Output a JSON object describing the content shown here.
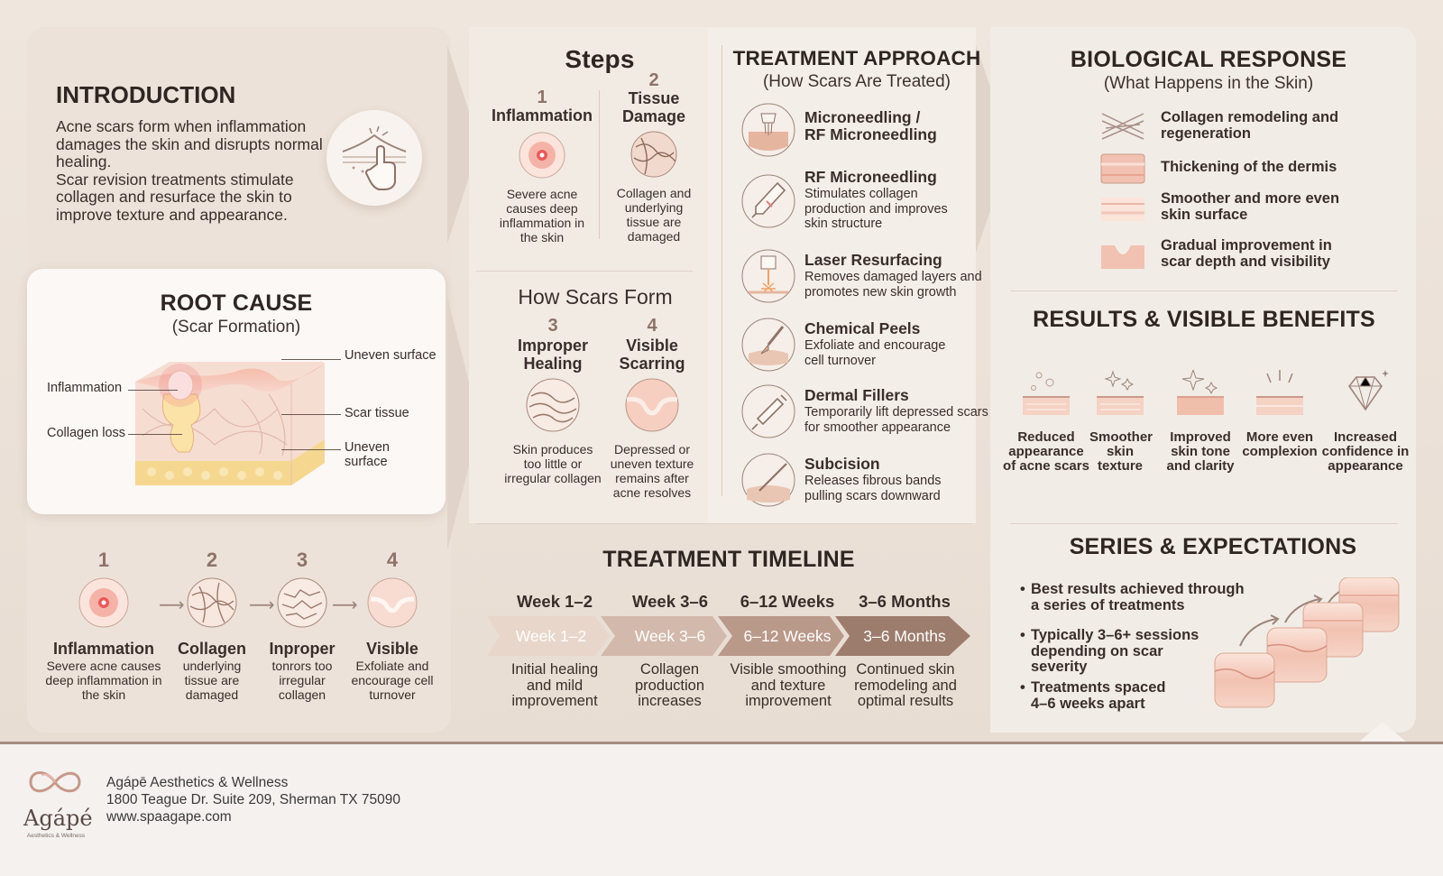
{
  "intro": {
    "title": "INTRODUCTION",
    "p1": "Acne scars form when inflammation damages the skin and disrupts normal healing.",
    "p2": "Scar revision treatments stimulate collagen and resurface the skin to improve texture and appearance."
  },
  "root_cause": {
    "title": "ROOT CAUSE",
    "subtitle": "(Scar Formation)",
    "labels": {
      "inflammation": "Inflammation",
      "collagen_loss": "Collagen loss",
      "uneven_surface_top": "Uneven surface",
      "scar_tissue": "Scar tissue",
      "uneven_surface_bottom": "Uneven surface"
    }
  },
  "bottom_steps": [
    {
      "num": "1",
      "title": "Inflammation",
      "desc": "Severe acne causes deep inflammation in the skin"
    },
    {
      "num": "2",
      "title": "Collagen",
      "desc": "underlying tissue are damaged"
    },
    {
      "num": "3",
      "title": "Inproper",
      "desc": "tonrors too irregular collagen"
    },
    {
      "num": "4",
      "title": "Visible",
      "desc": "Exfoliate and encourage cell turnover"
    }
  ],
  "steps": {
    "title": "Steps",
    "items": [
      {
        "num": "1",
        "title": "Inflammation",
        "desc": "Severe acne causes deep inflammation in the skin"
      },
      {
        "num": "2",
        "title": "Tissue Damage",
        "desc": "Collagen and underlying tissue are damaged"
      }
    ]
  },
  "how_scars": {
    "title": "How Scars Form",
    "items": [
      {
        "num": "3",
        "title": "Improper Healing",
        "desc": "Skin produces too little or irregular collagen"
      },
      {
        "num": "4",
        "title": "Visible Scarring",
        "desc": "Depressed or uneven texture remains after acne resolves"
      }
    ]
  },
  "treatment": {
    "title": "TREATMENT APPROACH",
    "subtitle": "(How Scars Are Treated)",
    "items": [
      {
        "title": "Microneedling / RF Microneedling",
        "desc": ""
      },
      {
        "title": "RF Microneedling",
        "desc": "Stimulates collagen production and improves skin structure"
      },
      {
        "title": "Laser Resurfacing",
        "desc": "Removes damaged layers and promotes new skin growth"
      },
      {
        "title": "Chemical Peels",
        "desc": "Exfoliate and encourage cell turnover"
      },
      {
        "title": "Dermal Fillers",
        "desc": "Temporarily lift depressed scars for smoother appearance"
      },
      {
        "title": "Subcision",
        "desc": "Releases fibrous bands pulling scars downward"
      }
    ]
  },
  "bio": {
    "title": "BIOLOGICAL RESPONSE",
    "subtitle": "(What Happens in the Skin)",
    "items": [
      "Collagen remodeling and regeneration",
      "Thickening of the dermis",
      "Smoother and more even skin surface",
      "Gradual improvement in scar depth and visibility"
    ]
  },
  "results": {
    "title": "RESULTS & VISIBLE BENEFITS",
    "items": [
      "Reduced appearance of acne scars",
      "Smoother skin texture",
      "Improved skin tone and clarity",
      "More even complexion",
      "Increased confidence in appearance"
    ]
  },
  "timeline": {
    "title": "TREATMENT TIMELINE",
    "items": [
      {
        "head": "Week 1–2",
        "arrow": "Week 1–2",
        "desc": "Initial healing and mild improvement"
      },
      {
        "head": "Week 3–6",
        "arrow": "Week 3–6",
        "desc": "Collagen production increases"
      },
      {
        "head": "6–12 Weeks",
        "arrow": "6–12 Weeks",
        "desc": "Visible smoothing and texture improvement"
      },
      {
        "head": "3–6 Months",
        "arrow": "3–6 Months",
        "desc": "Continued skin remodeling and optimal results"
      }
    ]
  },
  "series": {
    "title": "SERIES & EXPECTATIONS",
    "items": [
      {
        "pre": "Best results achieved through a series of treatments",
        "bold": ""
      },
      {
        "pre": "Typically 3–6+ sessions depending on scar severity",
        "bold": ""
      },
      {
        "pre": "Treatments spaced",
        "bold": "4–6 weeks apart"
      }
    ]
  },
  "footer": {
    "name": "Agápē Aesthetics & Wellness",
    "address": "1800 Teague Dr. Suite 209, Sherman TX 75090",
    "url": "www.spaagape.com",
    "logo_word": "Agápé",
    "logo_tag": "Aesthetics & Wellness"
  },
  "colors": {
    "accent": "#e97a7a",
    "rose": "#e9b7a9",
    "brown": "#8d7368"
  }
}
